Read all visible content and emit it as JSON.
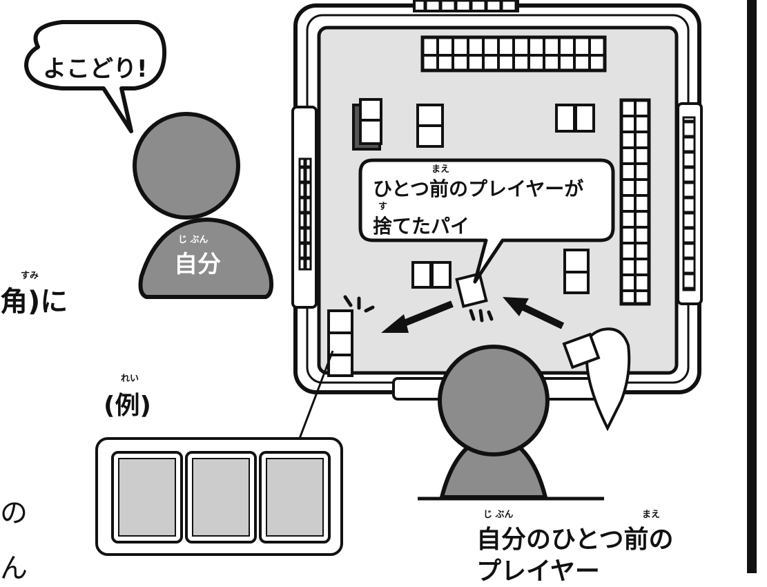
{
  "speech": {
    "text": "よこどり!"
  },
  "player_self": {
    "label": "自分",
    "ruby": "じ ぶん"
  },
  "callout": {
    "line1": "ひとつ前のプレイヤーが",
    "line1_ruby": "まえ",
    "line2": "捨てたパイ",
    "line2_ruby": "す"
  },
  "example": {
    "label": "(例)",
    "ruby": "れい"
  },
  "prev_player": {
    "line1": "自分のひとつ前の",
    "line2": "プレイヤー",
    "ruby_self": "じ ぶん",
    "ruby_mae": "まえ"
  },
  "cropped_text": {
    "corner_ruby": "すみ",
    "corner": "角)に",
    "no": "の",
    "bottom": "ん"
  }
}
